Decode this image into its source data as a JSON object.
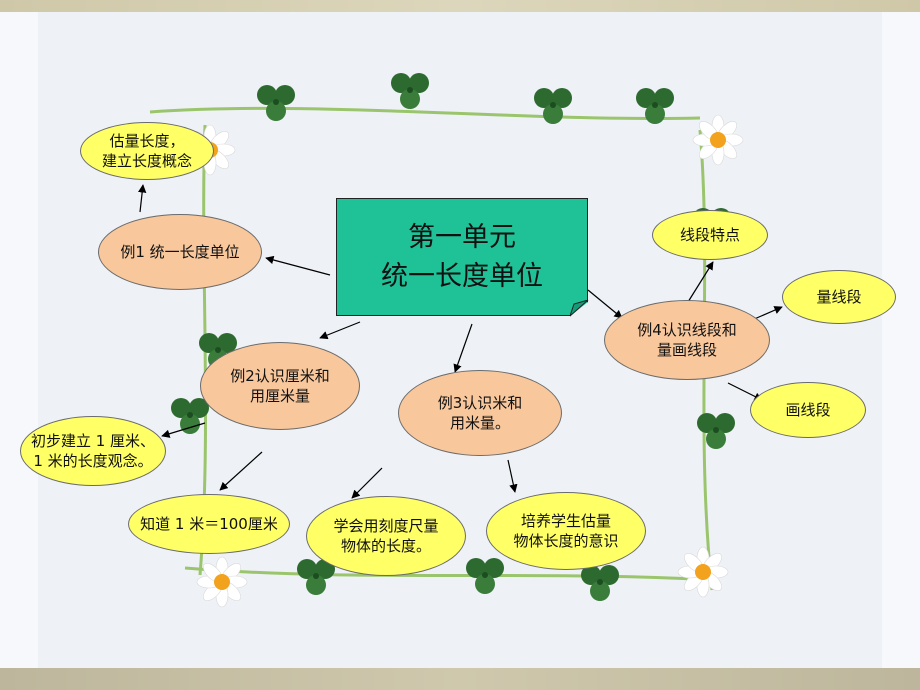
{
  "colors": {
    "center_fill": "#1fc197",
    "yellow_fill": "#ffff66",
    "orange_fill": "#f8c79c",
    "arrow": "#000000"
  },
  "center": {
    "line1": "第一单元",
    "line2": "统一长度单位"
  },
  "nodes": {
    "estimate": "估量长度，\n建立长度概念",
    "ex1": "例1 统一长度单位",
    "ex2": "例2认识厘米和\n用厘米量",
    "ex3": "例3认识米和\n用米量。",
    "ex4": "例4认识线段和\n量画线段",
    "segment_features": "线段特点",
    "measure_segment": "量线段",
    "draw_segment": "画线段",
    "concept_1cm_1m": "初步建立 1 厘米、\n1 米的长度观念。",
    "meter_100cm": "知道 1 米＝100厘米",
    "ruler": "学会用刻度尺量\n物体的长度。",
    "estimate_ability": "培养学生估量\n物体长度的意识"
  }
}
